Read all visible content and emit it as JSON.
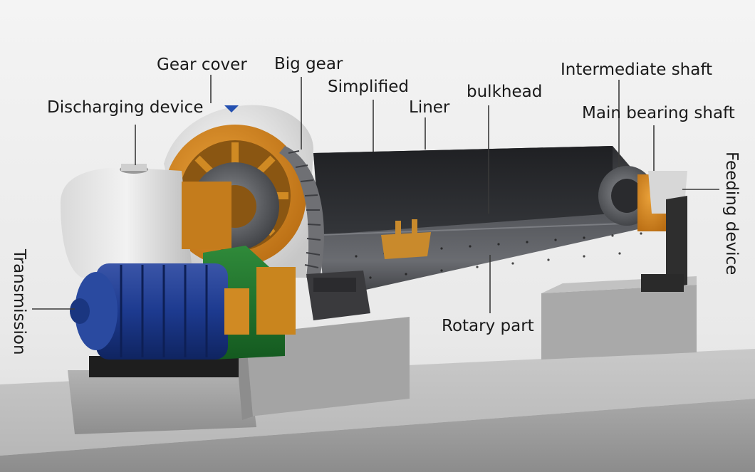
{
  "labels": {
    "gear_cover": "Gear cover",
    "big_gear": "Big gear",
    "simplified": "Simplified",
    "liner": "Liner",
    "bulkhead": "bulkhead",
    "intermediate_shaft": "Intermediate shaft",
    "main_bearing_shaft": "Main bearing shaft",
    "discharging_device": "Discharging device",
    "feeding_device": "Feeding device",
    "transmission": "Transmission",
    "rotary_part": "Rotary part"
  }
}
